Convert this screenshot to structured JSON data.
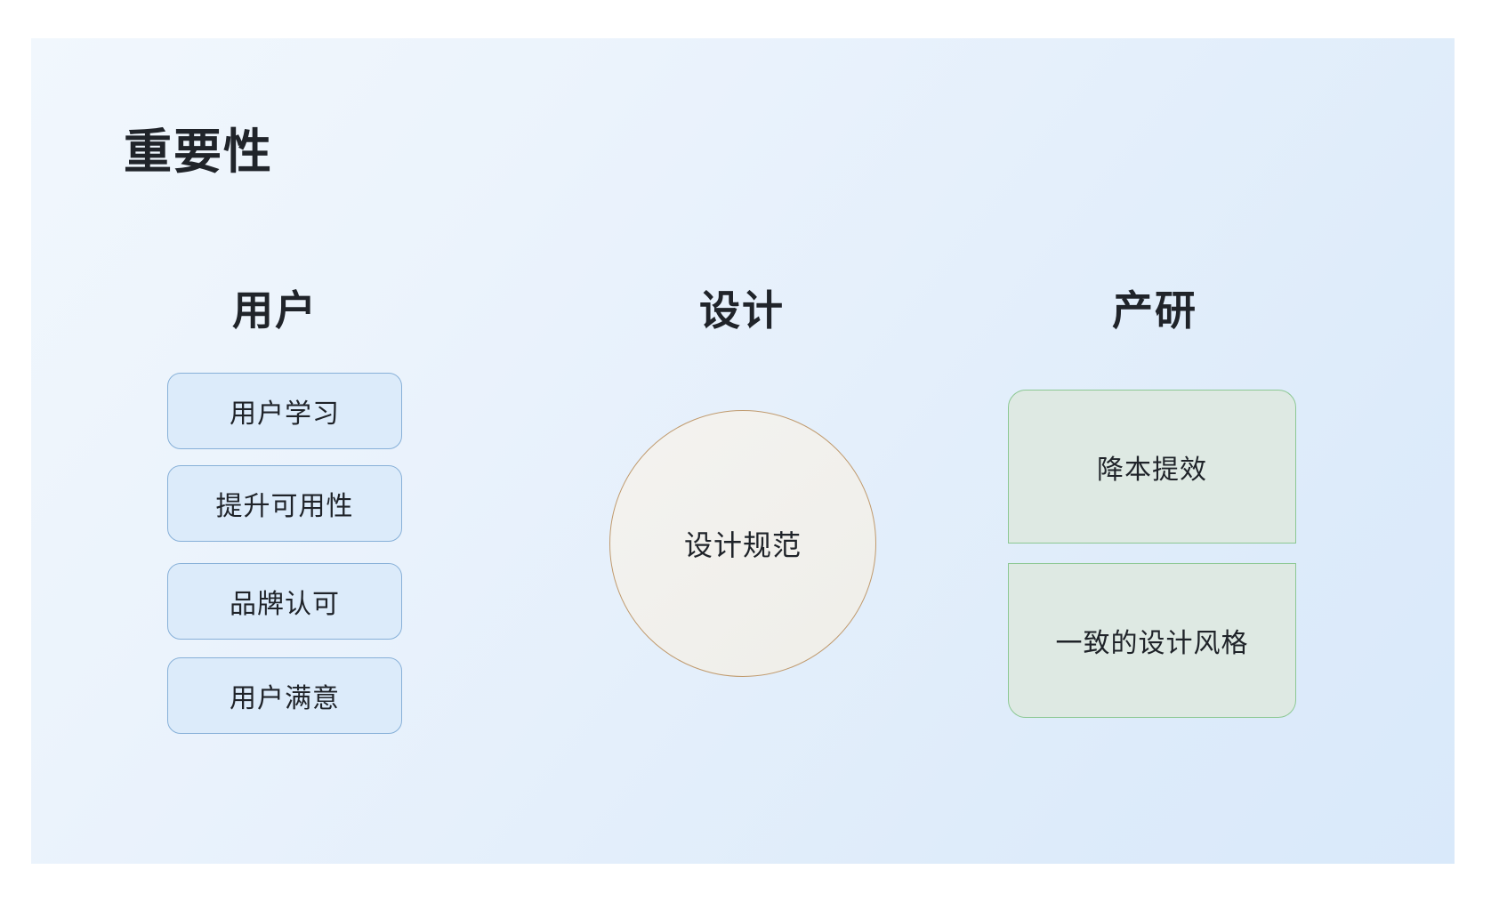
{
  "title": "重要性",
  "columns": {
    "user": {
      "header": "用户",
      "items": [
        "用户学习",
        "提升可用性",
        "品牌认可",
        "用户满意"
      ]
    },
    "design": {
      "header": "设计",
      "circle_label": "设计规范"
    },
    "research": {
      "header": "产研",
      "items": [
        "降本提效",
        "一致的设计风格"
      ]
    }
  },
  "colors": {
    "panel_gradient_start": "#f1f7fd",
    "panel_gradient_end": "#d9e9fa",
    "blue_box_fill": "#dcebfa",
    "blue_box_border": "#87b0d8",
    "green_box_fill": "#dee9e3",
    "green_box_border": "#8cc893",
    "circle_fill": "#f2f1ed",
    "circle_border": "#c09a6d",
    "text": "#1f2329"
  }
}
